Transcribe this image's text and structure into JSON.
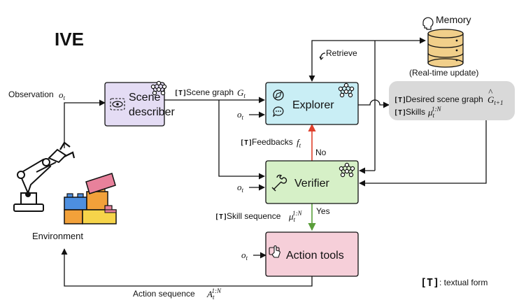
{
  "title": "IVE",
  "nodes": {
    "scene_describer": {
      "line1": "Scene",
      "line2": "describer"
    },
    "explorer": {
      "label": "Explorer"
    },
    "verifier": {
      "label": "Verifier"
    },
    "action_tools": {
      "label": "Action tools"
    },
    "memory": {
      "label": "Memory",
      "caption": "(Real-time update)"
    },
    "environment": {
      "label": "Environment"
    },
    "output_box": {
      "line1": "Desired scene graph",
      "line2": "Skills"
    }
  },
  "edges": {
    "observation": "Observation",
    "scene_graph": "Scene graph",
    "retrieve": "Retrieve",
    "feedbacks": "Feedbacks",
    "no": "No",
    "yes": "Yes",
    "skill_sequence": "Skill sequence",
    "action_sequence": "Action sequence"
  },
  "math": {
    "o": "o",
    "t": "t",
    "G": "G",
    "G_hat_sub": "t+1",
    "f": "f",
    "mu": "μ",
    "mu_sup": "1:N",
    "A": "A"
  },
  "legend": {
    "badge": "T",
    "text": ": textual form"
  },
  "colors": {
    "scene_describer": "#e4dcf4",
    "explorer": "#c9eef5",
    "verifier": "#d6f0c7",
    "action_tools": "#f6cfd9",
    "output_box": "#d9d9d9",
    "no_arrow": "#e0402c",
    "yes_arrow": "#5a9e3a",
    "memory": "#f1cf8a"
  },
  "icons": [
    "brain-network-icon",
    "eye-icon",
    "compass-icon",
    "chat-icon",
    "wrench-icon",
    "hand-pointer-icon",
    "database-icon",
    "head-icon",
    "robot-arm-icon",
    "lego-blocks-icon"
  ]
}
